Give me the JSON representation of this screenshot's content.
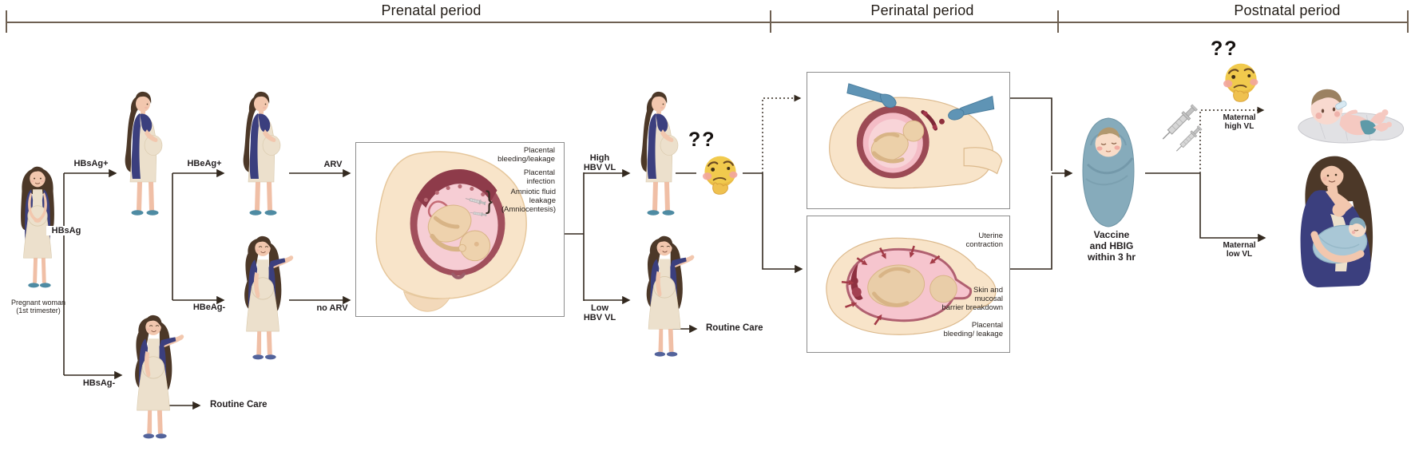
{
  "header": {
    "prenatal": "Prenatal period",
    "perinatal": "Perinatal period",
    "postnatal": "Postnatal period"
  },
  "flow": {
    "pregnant_woman_caption": "Pregnant woman\n(1st trimester)",
    "hbsag": "HBsAg",
    "hbsag_pos": "HBsAg+",
    "hbsag_neg": "HBsAg-",
    "hbeag_pos": "HBeAg+",
    "hbeag_neg": "HBeAg-",
    "arv": "ARV",
    "no_arv": "no ARV",
    "routine_care": "Routine Care",
    "high_hbv_vl": "High\nHBV VL",
    "low_hbv_vl": "Low\nHBV VL",
    "question_marks": "??",
    "vaccine_caption": "Vaccine\nand HBIG\nwithin 3 hr",
    "maternal_high_vl": "Maternal\nhigh VL",
    "maternal_low_vl": "Maternal\nlow VL"
  },
  "fetus_box_labels": {
    "placental_bleeding": "Placental\nbleeding/leakage",
    "placental_infection": "Placental\ninfection",
    "amniotic": "Amniotic fluid\nleakage\n(Amniocentesis)",
    "brace": "}"
  },
  "labor_box_labels": {
    "uterine_contraction": "Uterine\ncontraction",
    "skin_mucosal": "Skin and\nmucosal\nbarrier breakdown",
    "placental_bleeding": "Placental\nbleeding/ leakage"
  },
  "colors": {
    "flow_line": "#33291f",
    "timeline": "#6e6052",
    "cardigan_navy": "#3b3f7e",
    "dress_cream": "#ece0cc",
    "skin": "#f2c7ae",
    "hair_brown": "#4c3828",
    "shoe_teal": "#4e8ba3",
    "swaddle_blue": "#86abbb",
    "emoji_yellow": "#f1ca4d",
    "uterus_rim": "#9c4a55",
    "uterus_pink": "#f5c0c9",
    "belly_skin": "#f8e4c9",
    "red_cross": "#d0544e",
    "glove_blue": "#5f94b5",
    "box_border": "#8d8d8d"
  }
}
